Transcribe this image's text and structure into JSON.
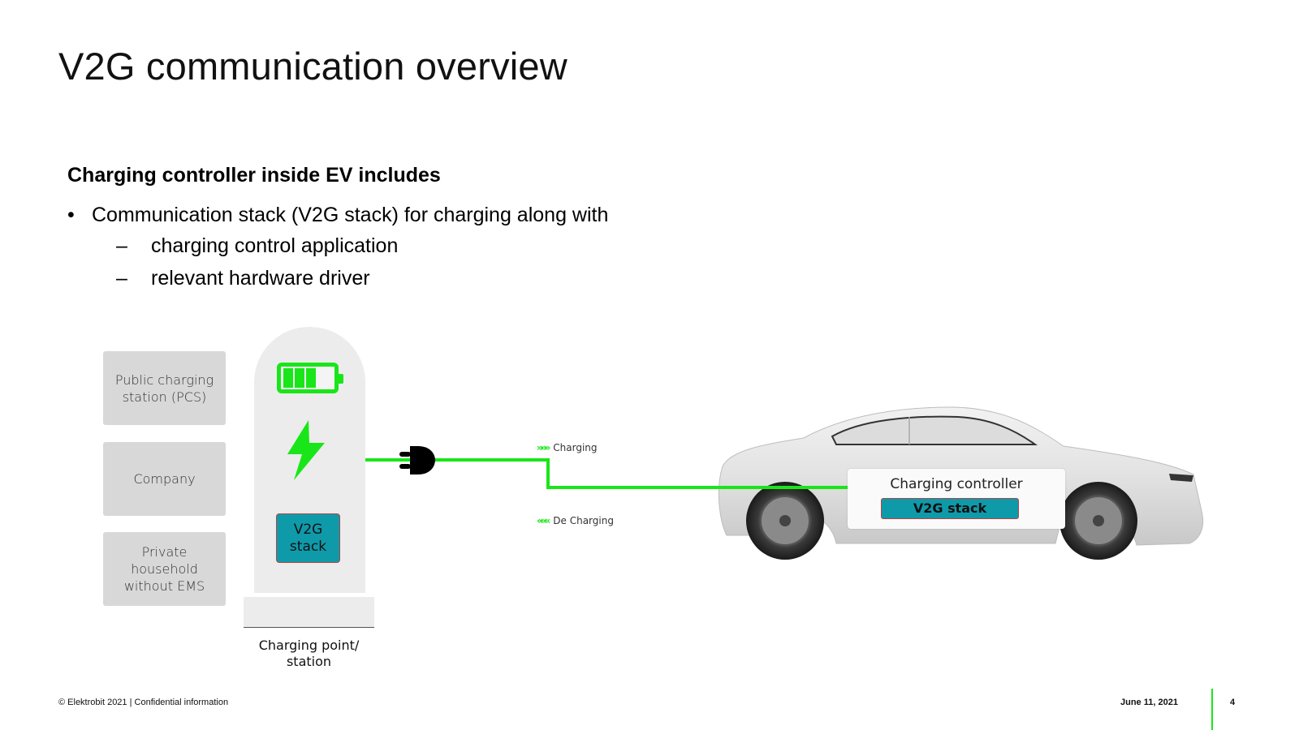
{
  "slide": {
    "title": "V2G communication overview",
    "subheading": "Charging controller inside EV includes",
    "bullet": {
      "symbol": "•",
      "text": "Communication stack (V2G stack) for charging along with",
      "subitems": [
        {
          "symbol": "–",
          "text": "charging control application"
        },
        {
          "symbol": "–",
          "text": "relevant hardware driver"
        }
      ]
    }
  },
  "diagram": {
    "sources": [
      {
        "label": "Public charging station (PCS)"
      },
      {
        "label": "Company"
      },
      {
        "label": "Private household without EMS"
      }
    ],
    "station": {
      "battery_level_cells": 3,
      "battery_total_cells": 4,
      "stack_label": "V2G stack",
      "label": "Charging point/ station"
    },
    "legend": {
      "charging": {
        "symbol": "»»»",
        "label": "Charging"
      },
      "decharging": {
        "symbol": "«««",
        "label": "De Charging"
      }
    },
    "vehicle": {
      "controller_label": "Charging controller",
      "stack_label": "V2G stack"
    },
    "colors": {
      "accent_green": "#19e619",
      "stack_teal": "#0f9aaa",
      "stack_border": "#b04545",
      "source_box_gray": "#d8d8d8"
    }
  },
  "footer": {
    "copyright": "© Elektrobit 2021 | Confidential information",
    "date": "June 11, 2021",
    "page_number": "4"
  }
}
